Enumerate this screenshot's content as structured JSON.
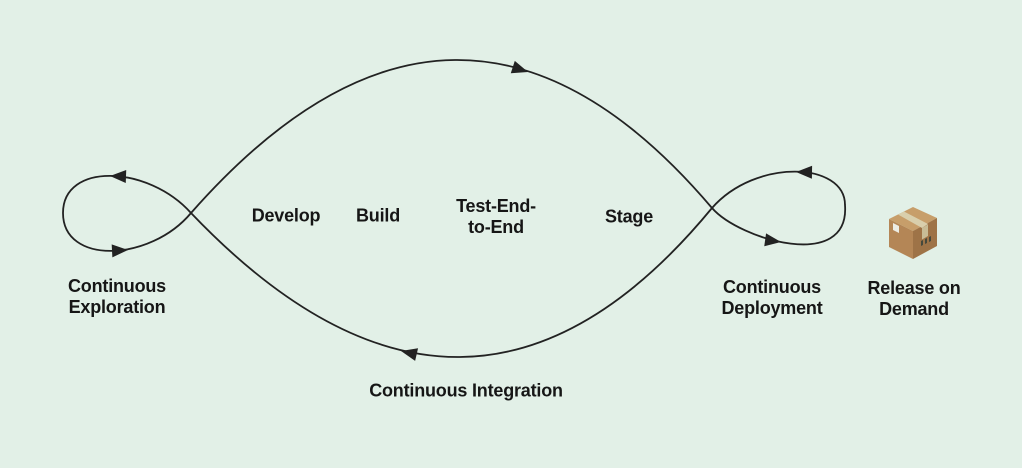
{
  "colors": {
    "background": "#e2f0e7",
    "line": "#222222",
    "text": "#161616",
    "package": {
      "top": "#c79e6a",
      "left": "#b48656",
      "right": "#9e7347",
      "tape_top": "#d9cfac",
      "tape_side": "#c8bc96",
      "label": "#ecece4",
      "marks": "#46493c"
    }
  },
  "loops": {
    "exploration": {
      "label": "Continuous\nExploration"
    },
    "integration": {
      "label": "Continuous Integration"
    },
    "deployment": {
      "label": "Continuous\nDeployment"
    }
  },
  "pipeline_stages": [
    {
      "label": "Develop"
    },
    {
      "label": "Build"
    },
    {
      "label": "Test-End-\nto-End"
    },
    {
      "label": "Stage"
    }
  ],
  "release": {
    "label": "Release on\nDemand",
    "icon": "package-box"
  }
}
